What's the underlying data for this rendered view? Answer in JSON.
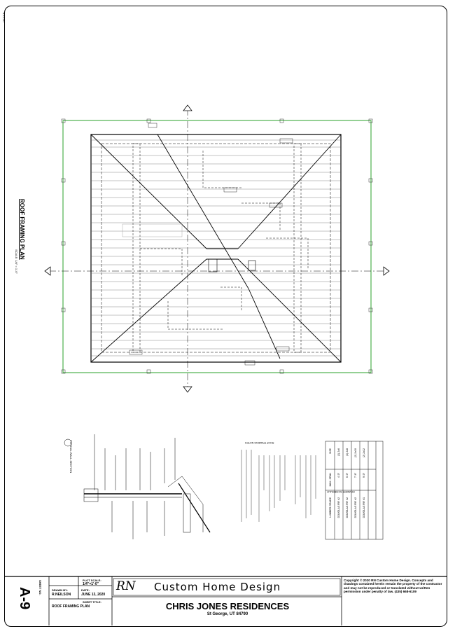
{
  "sheet": {
    "date_stamp": "6-11-20",
    "plan_title": "ROOF FRAMING PLAN",
    "plan_scale": "SCALE: 1/4\" = 1'-0\"",
    "section_marker": "A",
    "section_title": "TYPICAL WALL SECTION"
  },
  "notes": {
    "header_schedule_title": "HEADER SCHEDULE",
    "header_schedule_columns": [
      "SIZE",
      "MAX. SPAN",
      "LUMBER GRADE"
    ],
    "header_schedule_rows": [
      [
        "(2) 2x6",
        "4'-0\"",
        "DOUGLAS FIR #2"
      ],
      [
        "(2) 2x8",
        "6'-0\"",
        "DOUGLAS FIR #2"
      ],
      [
        "(2) 2x10",
        "7'-6\"",
        "DOUGLAS FIR #2"
      ],
      [
        "(2) 2x12",
        "9'-0\"",
        "DOUGLAS FIR #1"
      ]
    ],
    "roof_notes_title": "ROOF FRAMING NOTES"
  },
  "title_block": {
    "sheet_no_label": "SHEET NO.",
    "sheet_no": "A-9",
    "plot_scale_label": "PLOT SCALE:",
    "plot_scale": "1/4\"=1'-0\"",
    "drawn_by_label": "DRAWN BY:",
    "drawn_by": "R.NEILSON",
    "date_label": "DATE:",
    "date": "JUNE 13, 2020",
    "sheet_title_label": "SHEET TITLE:",
    "sheet_title": "ROOF FRAMING PLAN",
    "logo_initials": "RN",
    "company": "Custom Home Design",
    "client": "CHRIS JONES RESIDENCES",
    "address": "St George, UT 84790",
    "copyright": "Copyright © 2020 RN Custom Home Design. Concepts and drawings contained herein remain the property of the contractor and may not be reproduced or translated without written permission under penalty of law. (435) 668-6109"
  }
}
